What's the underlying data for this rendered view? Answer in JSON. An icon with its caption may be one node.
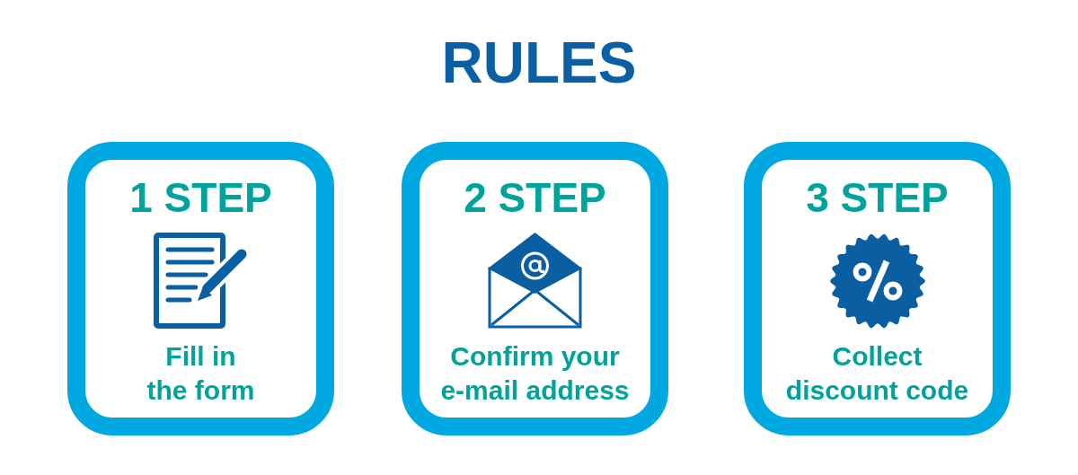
{
  "diagram": {
    "title": "RULES",
    "nodes": [
      {
        "text": [
          "1 STEP",
          "Fill in the form"
        ]
      },
      {
        "text": [
          "2 STEP",
          "Confirm your e-mail address"
        ]
      },
      {
        "text": [
          "3 STEP",
          "Collect discount code"
        ]
      }
    ]
  }
}
